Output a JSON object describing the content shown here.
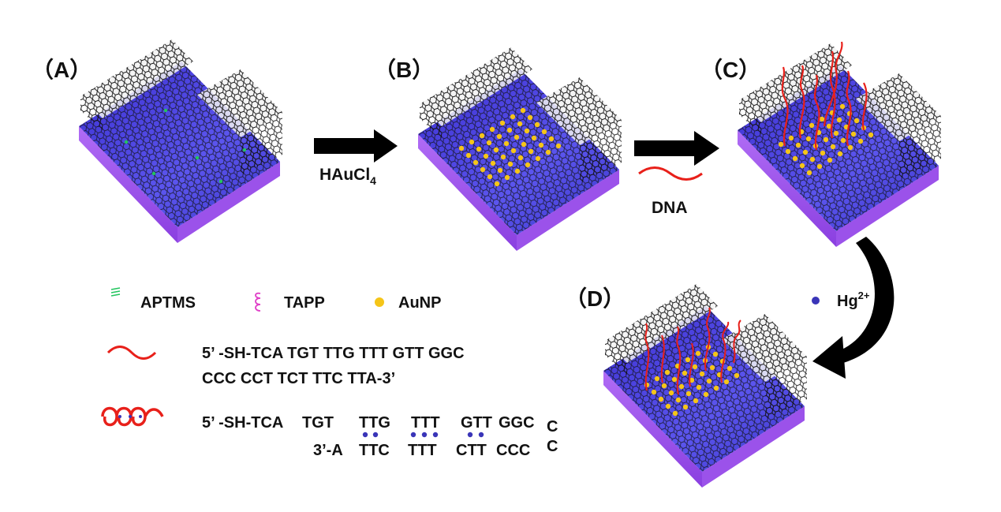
{
  "panels": [
    {
      "key": "A",
      "label": "（A）"
    },
    {
      "key": "B",
      "label": "（B）"
    },
    {
      "key": "C",
      "label": "（C）"
    },
    {
      "key": "D",
      "label": "（D）"
    }
  ],
  "steps": {
    "haucl4_main": "HAuCl",
    "haucl4_sub": "4",
    "dna": "DNA",
    "hg_main": "Hg",
    "hg_sup": "2+"
  },
  "legend": [
    {
      "icon": "aptms-icon",
      "label": "APTMS",
      "color": "#22c55e"
    },
    {
      "icon": "tapp-icon",
      "label": "TAPP",
      "color": "#e040c8"
    },
    {
      "icon": "aunp-icon",
      "label": "AuNP",
      "color": "#f5c518"
    }
  ],
  "sequences": {
    "probe_line1": "5’ -SH-TCA TGT TTG TTT GTT GGC",
    "probe_line2": "CCC CCT TCT TTC TTA-3’",
    "hairpin_top": [
      "5’ -SH-TCA",
      "TGT",
      "TTG",
      "TTT",
      "GTT",
      "GGC"
    ],
    "hairpin_bottom": [
      "3’-A",
      "TTC",
      "TTT",
      "CTT",
      "CCC"
    ],
    "loop": [
      "C",
      "C"
    ]
  },
  "colors": {
    "substrate_top": "#4a3fe0",
    "substrate_side": "#a35cf0",
    "dna": "#e8201a",
    "hg": "#3a35b8",
    "arrow": "#000000"
  }
}
